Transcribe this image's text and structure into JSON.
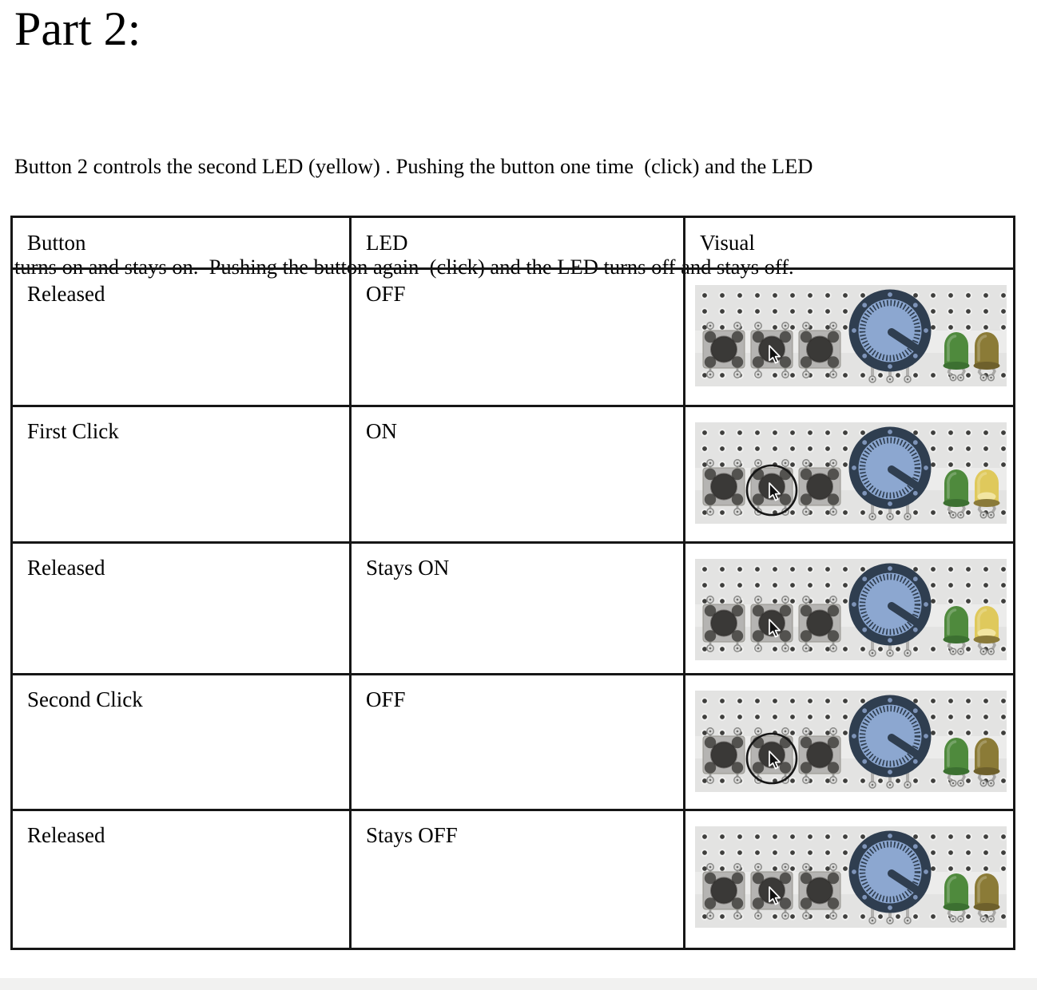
{
  "page": {
    "title": "Part 2:",
    "description_lines": [
      "Button 2 controls the second LED (yellow) . Pushing the button one time  (click) and the LED",
      "turns on and stays on.  Pushing the button again  (click) and the LED turns off and stays off."
    ]
  },
  "table": {
    "headers": [
      "Button",
      "LED",
      "Visual"
    ],
    "rows": [
      {
        "button": "Released",
        "led": "OFF",
        "visual": {
          "click_circle": false,
          "yellow_led_on": false,
          "cursor_on_button_2": true
        }
      },
      {
        "button": "First Click",
        "led": "ON",
        "visual": {
          "click_circle": true,
          "yellow_led_on": true,
          "cursor_on_button_2": true
        }
      },
      {
        "button": "Released",
        "led": "Stays ON",
        "visual": {
          "click_circle": false,
          "yellow_led_on": true,
          "cursor_on_button_2": true
        }
      },
      {
        "button": "Second Click",
        "led": "OFF",
        "visual": {
          "click_circle": true,
          "yellow_led_on": false,
          "cursor_on_button_2": true
        }
      },
      {
        "button": "Released",
        "led": "Stays OFF",
        "visual": {
          "click_circle": false,
          "yellow_led_on": false,
          "cursor_on_button_2": true
        }
      }
    ]
  },
  "colors": {
    "board": "#e3e3e2",
    "channel": "#ececeb",
    "hole_dark": "#3f3f3d",
    "hole_halo": "#f1f1f0",
    "button_body": "#b5b4b2",
    "button_corner": "#53524f",
    "button_cap": "#3a3937",
    "pot_ring": "#2f3e50",
    "pot_ring_dot": "#7e94b9",
    "pot_knob": "#8ca7d0",
    "led_green": "#4f8a3d",
    "led_green_base": "#3c7031",
    "led_yellow_on": "#dfc95c",
    "led_yellow_on_base": "#8a7a39",
    "led_yellow_on_glow": "#f2e7a4",
    "led_yellow_off": "#8b7b37",
    "led_yellow_off_base": "#6e602c",
    "leg_metal": "#a9a8a6",
    "annotation_circle": "#161616",
    "cursor_fill": "#111111",
    "table_border": "#161616"
  }
}
